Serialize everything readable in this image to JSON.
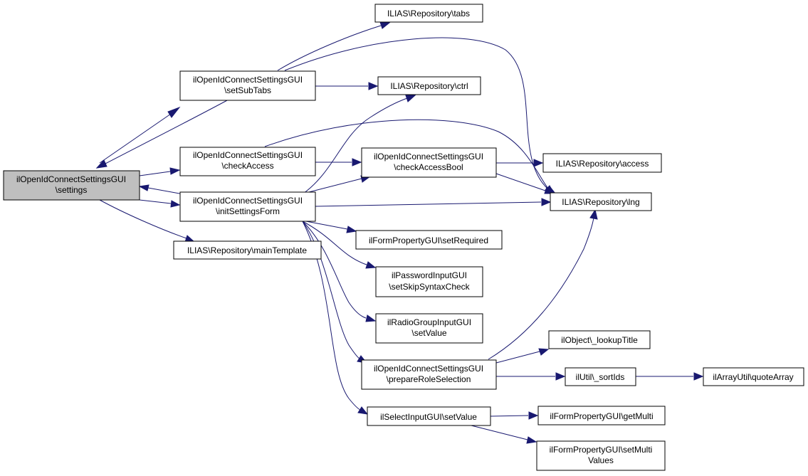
{
  "colors": {
    "edge": "#191970",
    "root_fill": "#bfbfbf",
    "node_fill": "#ffffff",
    "node_border": "#000000"
  },
  "nodes": {
    "settings": {
      "lines": [
        "ilOpenIdConnectSettingsGUI",
        "\\settings"
      ]
    },
    "setSubTabs": {
      "lines": [
        "ilOpenIdConnectSettingsGUI",
        "\\setSubTabs"
      ]
    },
    "checkAccess": {
      "lines": [
        "ilOpenIdConnectSettingsGUI",
        "\\checkAccess"
      ]
    },
    "initSettingsForm": {
      "lines": [
        "ilOpenIdConnectSettingsGUI",
        "\\initSettingsForm"
      ]
    },
    "mainTemplate": {
      "lines": [
        "ILIAS\\Repository\\mainTemplate"
      ]
    },
    "tabs": {
      "lines": [
        "ILIAS\\Repository\\tabs"
      ]
    },
    "ctrl": {
      "lines": [
        "ILIAS\\Repository\\ctrl"
      ]
    },
    "checkAccessBool": {
      "lines": [
        "ilOpenIdConnectSettingsGUI",
        "\\checkAccessBool"
      ]
    },
    "setRequired": {
      "lines": [
        "ilFormPropertyGUI\\setRequired"
      ]
    },
    "skipSyntax": {
      "lines": [
        "ilPasswordInputGUI",
        "\\setSkipSyntaxCheck"
      ]
    },
    "radioSetValue": {
      "lines": [
        "ilRadioGroupInputGUI",
        "\\setValue"
      ]
    },
    "prepareRole": {
      "lines": [
        "ilOpenIdConnectSettingsGUI",
        "\\prepareRoleSelection"
      ]
    },
    "selectSetValue": {
      "lines": [
        "ilSelectInputGUI\\setValue"
      ]
    },
    "access": {
      "lines": [
        "ILIAS\\Repository\\access"
      ]
    },
    "lng": {
      "lines": [
        "ILIAS\\Repository\\lng"
      ]
    },
    "lookupTitle": {
      "lines": [
        "ilObject\\_lookupTitle"
      ]
    },
    "sortIds": {
      "lines": [
        "ilUtil\\_sortIds"
      ]
    },
    "getMulti": {
      "lines": [
        "ilFormPropertyGUI\\getMulti"
      ]
    },
    "setMultiValues": {
      "lines": [
        "ilFormPropertyGUI\\setMulti",
        "Values"
      ]
    },
    "quoteArray": {
      "lines": [
        "ilArrayUtil\\quoteArray"
      ]
    }
  }
}
